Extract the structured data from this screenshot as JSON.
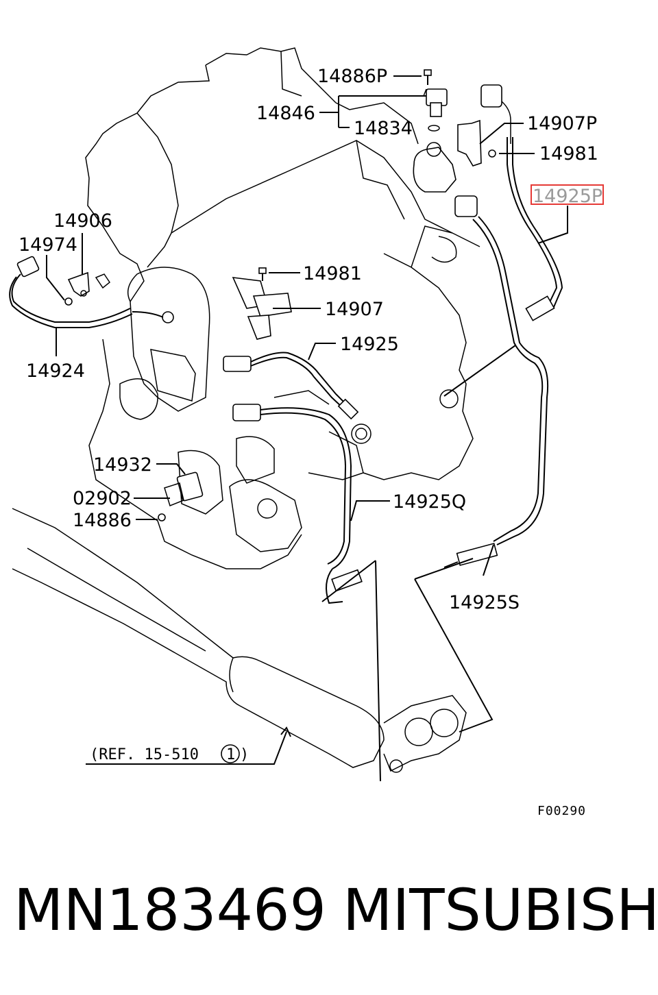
{
  "labels": {
    "p14886P": "14886P",
    "p14846": "14846",
    "p14834": "14834",
    "p14907P": "14907P",
    "p14981_top": "14981",
    "p14925P": "14925P",
    "p14906": "14906",
    "p14974": "14974",
    "p14981_mid": "14981",
    "p14907": "14907",
    "p14925": "14925",
    "p14924": "14924",
    "p14932": "14932",
    "p02902": "02902",
    "p14886": "14886",
    "p14925Q": "14925Q",
    "p14925S": "14925S"
  },
  "reference": {
    "text": "(REF. 15-510",
    "circled": "1"
  },
  "figure_code": "F00290",
  "footer": {
    "part_number": "MN183469",
    "brand": "MITSUBISHI"
  },
  "highlight_color": "#e53935"
}
